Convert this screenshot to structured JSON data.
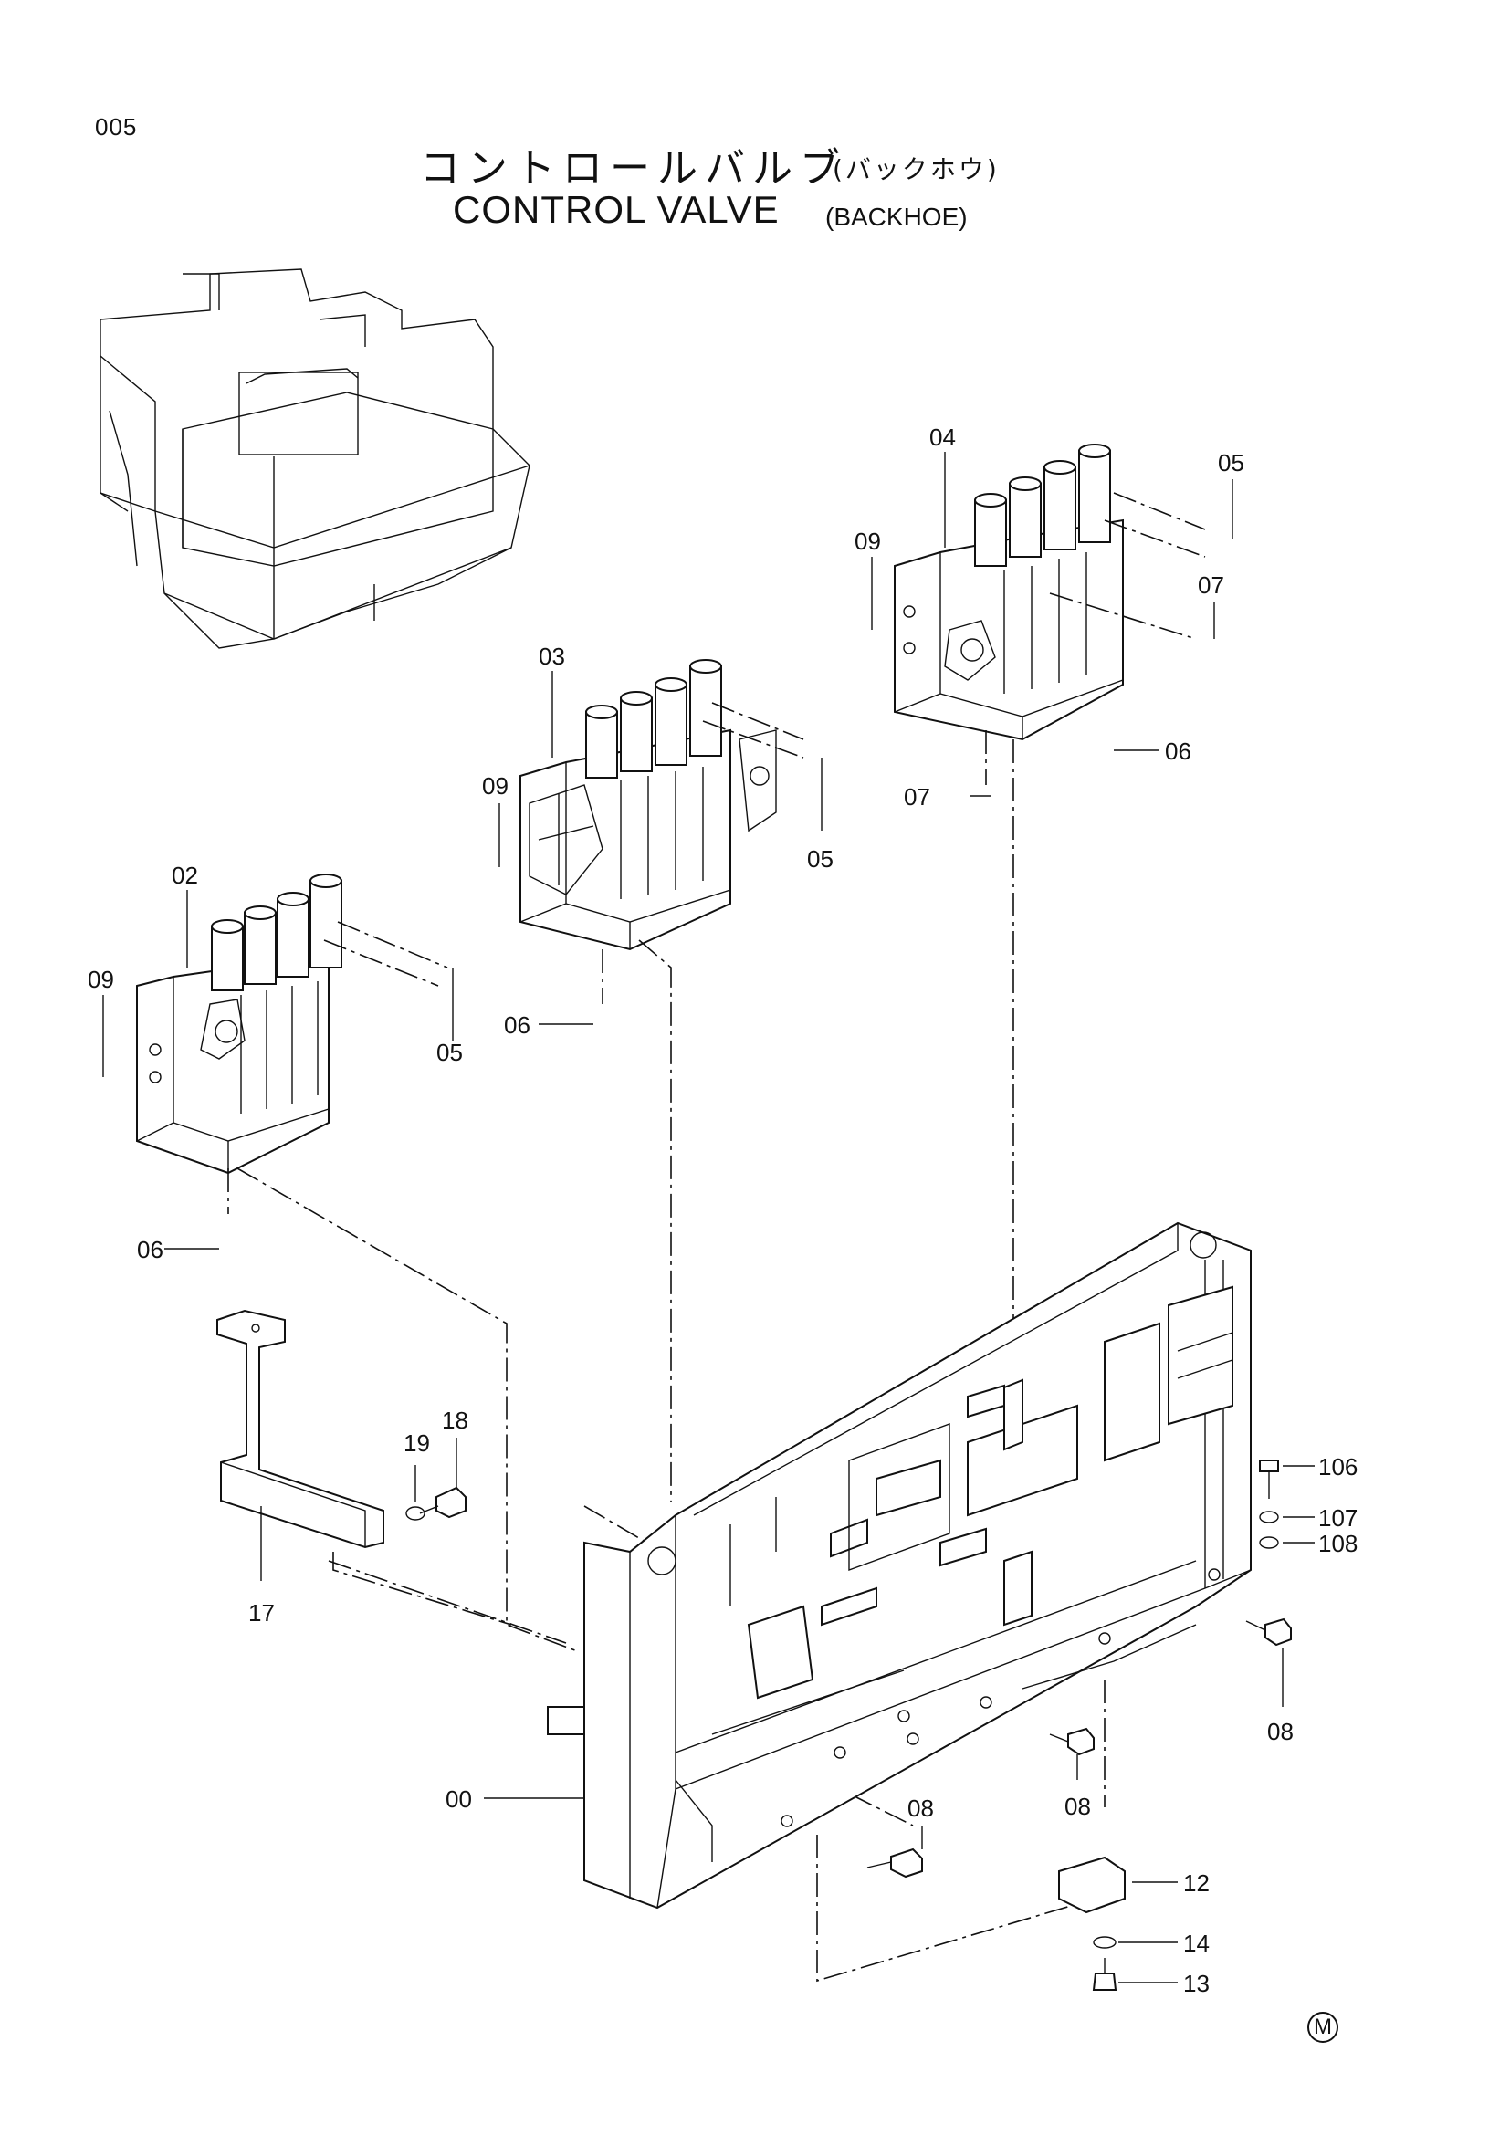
{
  "header": {
    "page_number": "005",
    "title_jp": "コントロールバルブ",
    "title_jp_sub": "(バックホウ)",
    "title_en": "CONTROL  VALVE",
    "title_en_sub": "(BACKHOE)"
  },
  "callouts": {
    "c00": "00",
    "c02": "02",
    "c03": "03",
    "c04": "04",
    "c05a": "05",
    "c05b": "05",
    "c05c": "05",
    "c06a": "06",
    "c06b": "06",
    "c06c": "06",
    "c07a": "07",
    "c07b": "07",
    "c08a": "08",
    "c08b": "08",
    "c08c": "08",
    "c09a": "09",
    "c09b": "09",
    "c09c": "09",
    "c12": "12",
    "c13": "13",
    "c14": "14",
    "c17": "17",
    "c18": "18",
    "c19": "19",
    "c106": "106",
    "c107": "107",
    "c108": "108"
  },
  "footer": {
    "mark": "M"
  }
}
